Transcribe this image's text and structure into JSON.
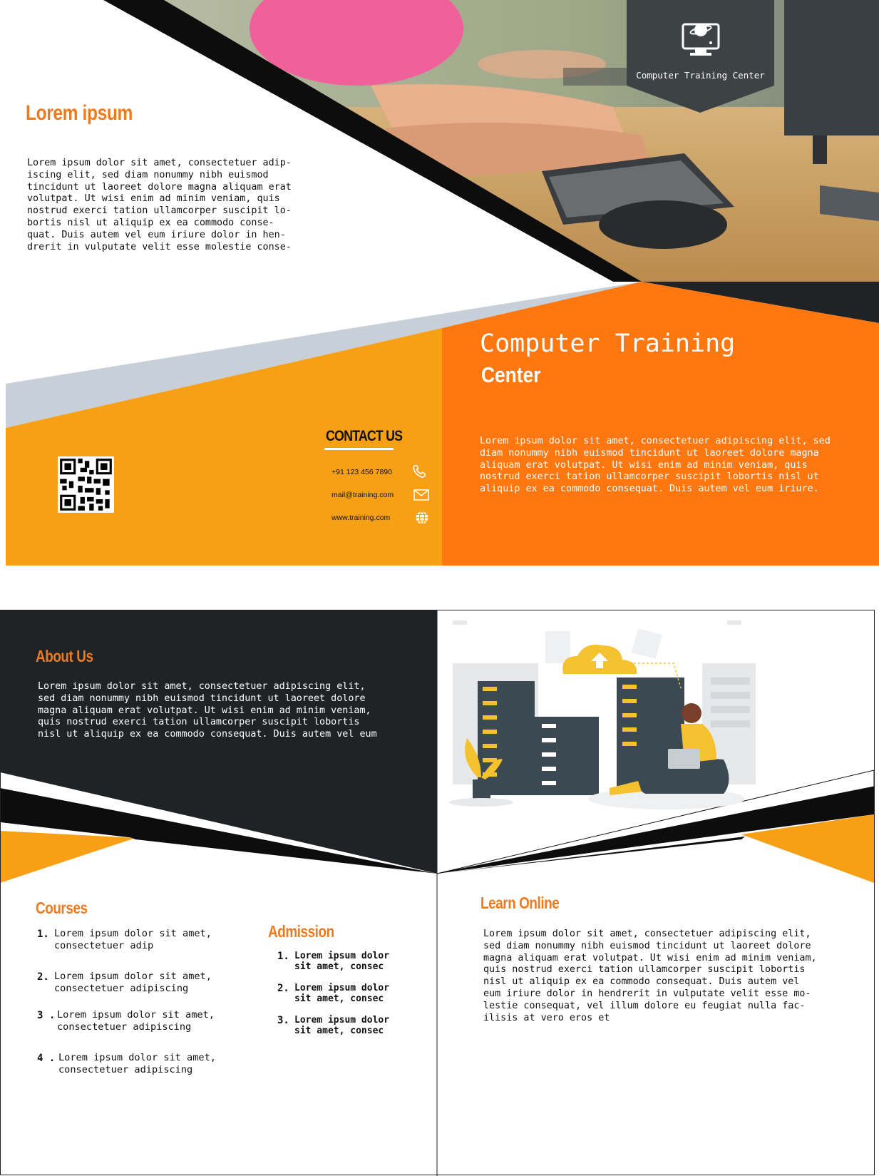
{
  "front": {
    "logo_label": "Computer Training Center",
    "lorem_title": "Lorem ipsum",
    "lorem_body": "Lorem ipsum dolor sit amet, consectetuer adip-\niscing elit, sed diam nonummy nibh euismod\ntincidunt ut laoreet dolore magna aliquam erat\nvolutpat. Ut wisi enim ad minim veniam, quis\nnostrud exerci tation ullamcorper suscipit lo-\nbortis nisl ut aliquip ex ea commodo conse-\nquat. Duis autem vel eum iriure dolor in hen-\ndrerit in vulputate velit esse molestie conse-",
    "cover_title_line1": "Computer Training",
    "cover_title_line2": "Center",
    "cover_body": "Lorem ipsum dolor sit amet, consectetuer adipiscing elit, sed\ndiam nonummy nibh euismod tincidunt ut laoreet dolore magna\naliquam erat volutpat. Ut wisi enim ad minim veniam, quis\nnostrud exerci tation ullamcorper suscipit lobortis nisl ut\naliquip ex ea commodo consequat. Duis autem vel eum iriure.",
    "contact_title": "CONTACT US",
    "phone": "+91 123 456 7890",
    "email": "mail@training.com",
    "website": "www.training.com"
  },
  "inside": {
    "about_title": "About Us",
    "about_body": "Lorem ipsum dolor sit amet, consectetuer adipiscing elit,\nsed diam nonummy nibh euismod tincidunt ut laoreet dolore\nmagna aliquam erat volutpat. Ut wisi enim ad minim veniam,\nquis nostrud exerci tation ullamcorper suscipit lobortis\nnisl ut aliquip ex ea commodo consequat. Duis autem vel eum",
    "courses_title": "Courses",
    "courses": [
      {
        "num": "1.",
        "text": "Lorem ipsum dolor sit amet,\nconsectetuer adip"
      },
      {
        "num": "2.",
        "text": "Lorem ipsum dolor sit amet,\nconsectetuer adipiscing"
      },
      {
        "num": "3 .",
        "text": "Lorem ipsum dolor sit amet,\nconsectetuer adipiscing"
      },
      {
        "num": "4 .",
        "text": "Lorem ipsum dolor sit amet,\nconsectetuer adipiscing"
      }
    ],
    "admission_title": "Admission",
    "admission": [
      {
        "num": "1.",
        "text": "Lorem ipsum dolor\nsit amet, consec"
      },
      {
        "num": "2.",
        "text": "Lorem ipsum dolor\nsit amet, consec"
      },
      {
        "num": "3.",
        "text": "Lorem ipsum dolor\nsit amet, consec"
      }
    ],
    "learn_title": "Learn Online",
    "learn_body": "Lorem ipsum dolor sit amet, consectetuer adipiscing elit,\nsed diam nonummy nibh euismod tincidunt ut laoreet dolore\nmagna aliquam erat volutpat. Ut wisi enim ad minim veniam,\nquis nostrud exerci tation ullamcorper suscipit lobortis\nnisl ut aliquip ex ea commodo consequat. Duis autem vel\neum iriure dolor in hendrerit in vulputate velit esse mo-\nlestie consequat, vel illum dolore eu feugiat nulla fac-\nilisis at vero eros et"
  },
  "colors": {
    "orange": "#ff7710",
    "amber": "#f8a015",
    "dark": "#1f2326",
    "accent_text": "#ef7a1d",
    "grey_band": "#c7d0d8"
  }
}
